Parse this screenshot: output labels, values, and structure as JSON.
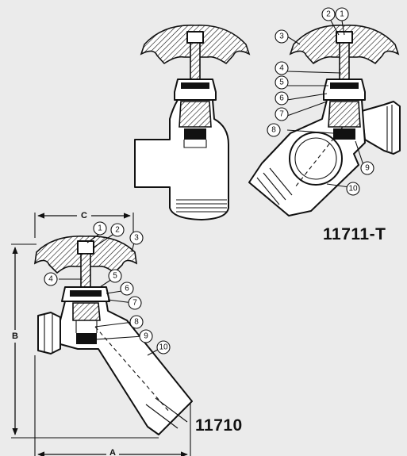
{
  "models": {
    "top": "11711-T",
    "bottom": "11710"
  },
  "dimensions": {
    "a": "A",
    "b": "B",
    "c": "C"
  },
  "callouts_top": [
    "1",
    "2",
    "3",
    "4",
    "5",
    "6",
    "7",
    "8",
    "9",
    "10"
  ],
  "callouts_bottom": [
    "1",
    "2",
    "3",
    "4",
    "5",
    "6",
    "7",
    "8",
    "9",
    "10"
  ]
}
